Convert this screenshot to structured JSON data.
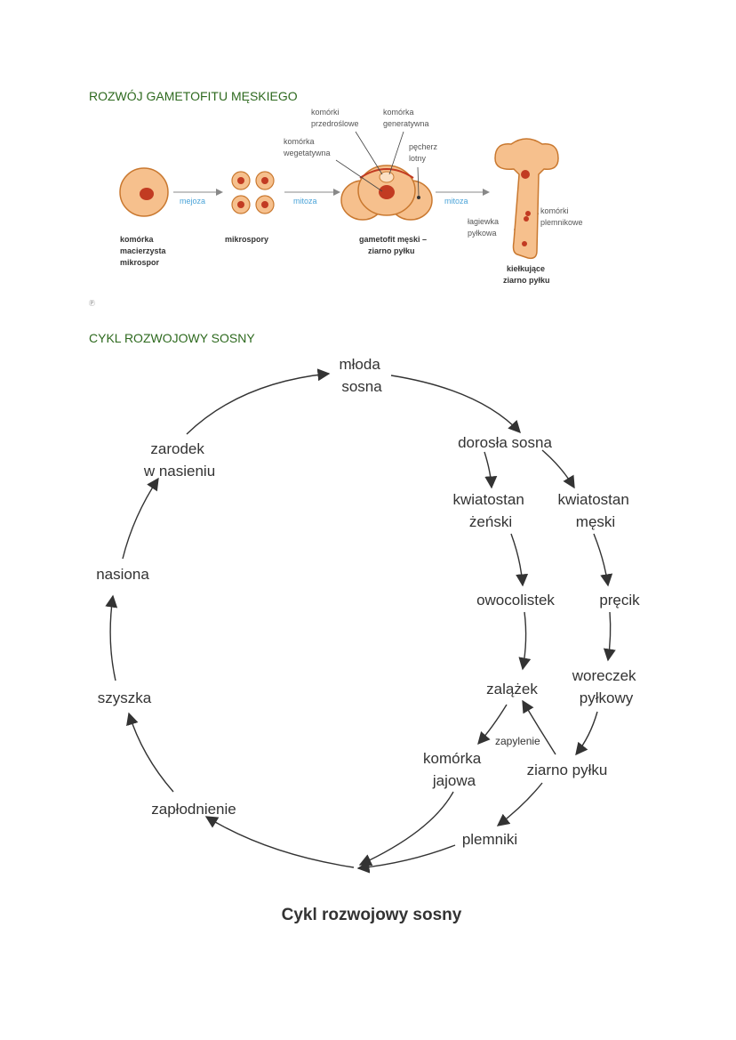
{
  "section1": {
    "title": "ROZWÓJ GAMETOFITU MĘSKIEGO",
    "note": "Ⓟ",
    "labels": {
      "komorki_przedroslowe": [
        "komórki",
        "przedroślowe"
      ],
      "komorka_generatywna": [
        "komórka",
        "generatywna"
      ],
      "komorka_wegetatywna": [
        "komórka",
        "wegetatywna"
      ],
      "pecherz_lotny": [
        "pęcherz",
        "lotny"
      ],
      "komorki_plemnikowe": [
        "komórki",
        "plemnikowe"
      ],
      "lagiewka_pylkowa": [
        "łagiewka",
        "pyłkowa"
      ],
      "mejoza": "mejoza",
      "mitoza1": "mitoza",
      "mitoza2": "mitoza",
      "komorka_macierzysta": [
        "komórka",
        "macierzysta",
        "mikrospor"
      ],
      "mikrospory": "mikrospory",
      "gametofit": [
        "gametofit męski –",
        "ziarno pyłku"
      ],
      "kielkujace": [
        "kiełkujące",
        "ziarno pyłku"
      ]
    }
  },
  "section2": {
    "title": "CYKL ROZWOJOWY SOSNY",
    "nodes": {
      "mloda_sosna": [
        "młoda",
        "sosna"
      ],
      "dorosla_sosna": "dorosła sosna",
      "kwiatostan_zenski": [
        "kwiatostan",
        "żeński"
      ],
      "kwiatostan_meski": [
        "kwiatostan",
        "męski"
      ],
      "owocolistek": "owocolistek",
      "precik": "pręcik",
      "zalazek": "zalążek",
      "woreczek_pylkowy": [
        "woreczek",
        "pyłkowy"
      ],
      "zapylenie": "zapylenie",
      "komorka_jajowa": [
        "komórka",
        "jajowa"
      ],
      "ziarno_pylku": "ziarno pyłku",
      "plemniki": "plemniki",
      "zaplodnienie": "zapłodnienie",
      "szyszka": "szyszka",
      "nasiona": "nasiona",
      "zarodek": [
        "zarodek",
        "w nasieniu"
      ]
    },
    "caption": "Cykl rozwojowy sosny"
  },
  "colors": {
    "heading": "#2e6a1f",
    "cell_fill": "#f6c08d",
    "cell_stroke": "#c9782f",
    "nucleus": "#c23b22",
    "arrow": "#333333",
    "process_label": "#4aa3d8"
  }
}
